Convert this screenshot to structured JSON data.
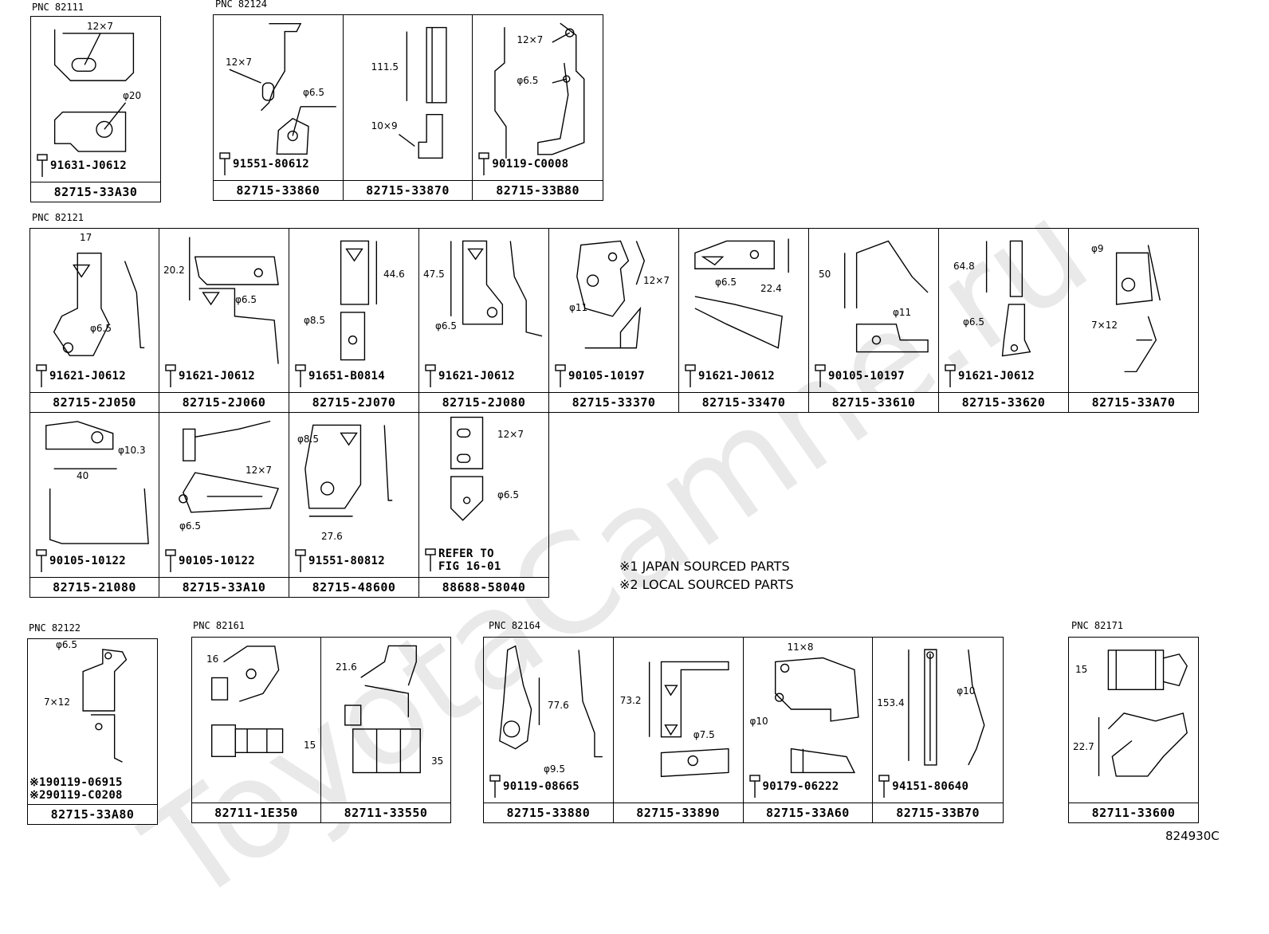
{
  "watermark": "ToyotaCamne.ru",
  "notes": [
    "※1 JAPAN SOURCED PARTS",
    "※2 LOCAL SOURCED PARTS"
  ],
  "figure_code": "824930C",
  "groups": [
    {
      "pnc": "PNC 82111",
      "cells": [
        {
          "part": "82715-33A30",
          "bolt": "91631-J0612",
          "dims": [
            "12×7",
            "φ20"
          ]
        }
      ]
    },
    {
      "pnc": "PNC 82124",
      "cells": [
        {
          "part": "82715-33860",
          "bolt": "91551-80612",
          "dims": [
            "12×7",
            "φ6.5"
          ]
        },
        {
          "part": "82715-33870",
          "bolt": "",
          "dims": [
            "111.5",
            "10×9"
          ]
        },
        {
          "part": "82715-33B80",
          "bolt": "90119-C0008",
          "dims": [
            "12×7",
            "φ6.5"
          ]
        }
      ]
    },
    {
      "pnc": "PNC 82121",
      "cells": [
        {
          "part": "82715-2J050",
          "bolt": "91621-J0612",
          "dims": [
            "17",
            "φ6.5"
          ]
        },
        {
          "part": "82715-2J060",
          "bolt": "91621-J0612",
          "dims": [
            "20.2",
            "φ6.5"
          ]
        },
        {
          "part": "82715-2J070",
          "bolt": "91651-B0814",
          "dims": [
            "44.6",
            "φ8.5"
          ]
        },
        {
          "part": "82715-2J080",
          "bolt": "91621-J0612",
          "dims": [
            "47.5",
            "φ6.5"
          ]
        },
        {
          "part": "82715-33370",
          "bolt": "90105-10197",
          "dims": [
            "12×7",
            "φ11"
          ]
        },
        {
          "part": "82715-33470",
          "bolt": "91621-J0612",
          "dims": [
            "φ6.5",
            "22.4"
          ]
        },
        {
          "part": "82715-33610",
          "bolt": "90105-10197",
          "dims": [
            "50",
            "φ11"
          ]
        },
        {
          "part": "82715-33620",
          "bolt": "91621-J0612",
          "dims": [
            "64.8",
            "φ6.5"
          ]
        },
        {
          "part": "82715-33A70",
          "bolt": "",
          "dims": [
            "φ9",
            "7×12"
          ]
        },
        {
          "part": "82715-21080",
          "bolt": "90105-10122",
          "dims": [
            "φ10.3",
            "40"
          ]
        },
        {
          "part": "82715-33A10",
          "bolt": "90105-10122",
          "dims": [
            "12×7",
            "φ6.5"
          ]
        },
        {
          "part": "82715-48600",
          "bolt": "91551-80812",
          "dims": [
            "φ8.5",
            "27.6"
          ]
        },
        {
          "part": "88688-58040",
          "bolt": "REFER TO",
          "bolt2": "FIG 16-01",
          "dims": [
            "12×7",
            "φ6.5"
          ]
        }
      ]
    },
    {
      "pnc": "PNC 82122",
      "cells": [
        {
          "part": "82715-33A80",
          "bolt": "※190119-06915",
          "bolt2": "※290119-C0208",
          "dims": [
            "φ6.5",
            "7×12"
          ]
        }
      ]
    },
    {
      "pnc": "PNC 82161",
      "cells": [
        {
          "part": "82711-1E350",
          "bolt": "",
          "dims": [
            "16",
            "15"
          ]
        },
        {
          "part": "82711-33550",
          "bolt": "",
          "dims": [
            "21.6",
            "35"
          ]
        }
      ]
    },
    {
      "pnc": "PNC 82164",
      "cells": [
        {
          "part": "82715-33880",
          "bolt": "90119-08665",
          "dims": [
            "77.6",
            "φ9.5"
          ]
        },
        {
          "part": "82715-33890",
          "bolt": "",
          "dims": [
            "73.2",
            "φ7.5"
          ]
        },
        {
          "part": "82715-33A60",
          "bolt": "90179-06222",
          "dims": [
            "11×8",
            "φ10"
          ]
        },
        {
          "part": "82715-33B70",
          "bolt": "94151-80640",
          "dims": [
            "153.4",
            "φ10"
          ]
        }
      ]
    },
    {
      "pnc": "PNC 82171",
      "cells": [
        {
          "part": "82711-33600",
          "bolt": "",
          "dims": [
            "15",
            "22.7"
          ]
        }
      ]
    }
  ]
}
